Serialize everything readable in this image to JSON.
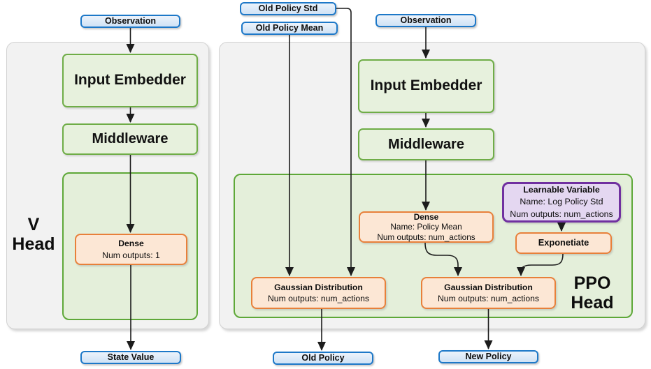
{
  "diagram": {
    "v_head_label": {
      "line1": "V",
      "line2": "Head"
    },
    "ppo_head_label": {
      "line1": "PPO",
      "line2": "Head"
    },
    "nodes": {
      "observation_left": "Observation",
      "input_embedder_left": "Input Embedder",
      "middleware_left": "Middleware",
      "dense_v": {
        "title": "Dense",
        "line1": "Num outputs: 1"
      },
      "state_value": "State Value",
      "old_policy_std": "Old Policy Std",
      "old_policy_mean": "Old Policy Mean",
      "observation_right": "Observation",
      "input_embedder_right": "Input Embedder",
      "middleware_right": "Middleware",
      "dense_policy_mean": {
        "title": "Dense",
        "line1": "Name: Policy Mean",
        "line2": "Num outputs: num_actions"
      },
      "learnable_variable": {
        "title": "Learnable Variable",
        "line1": "Name: Log Policy Std",
        "line2": "Num outputs: num_actions"
      },
      "exponetiate": "Exponetiate",
      "gaussian_distribution_old": {
        "title": "Gaussian Distribution",
        "line1": "Num outputs: num_actions"
      },
      "gaussian_distribution_new": {
        "title": "Gaussian Distribution",
        "line1": "Num outputs: num_actions"
      },
      "old_policy": "Old Policy",
      "new_policy": "New Policy"
    },
    "colors": {
      "io_fill": "#d9e7f7",
      "io_border": "#1d78c8",
      "layer_fill": "#e7f1dd",
      "layer_border": "#6fad47",
      "op_fill": "#fce7d5",
      "op_border": "#e8803a",
      "variable_fill": "#e4d7f1",
      "variable_border": "#7030a0",
      "panel_fill": "#f2f2f2",
      "inner_panel_fill": "#e4efda",
      "inner_panel_border": "#5ea838",
      "arrow": "#1c1c1c"
    }
  }
}
